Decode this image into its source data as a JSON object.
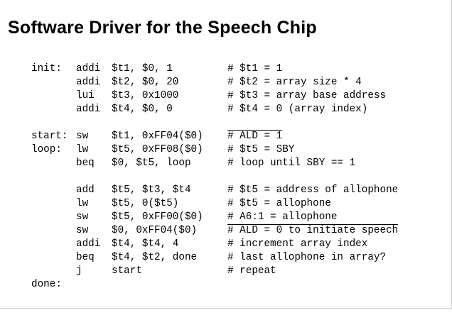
{
  "title": "Software Driver for the Speech Chip",
  "lines": [
    {
      "label": "init:",
      "op": "addi",
      "args": "$t1, $0, 1",
      "comment": "# $t1 = 1"
    },
    {
      "label": "",
      "op": "addi",
      "args": "$t2, $0, 20",
      "comment": "# $t2 = array size * 4"
    },
    {
      "label": "",
      "op": "lui",
      "args": "$t3, 0x1000",
      "comment": "# $t3 = array base address"
    },
    {
      "label": "",
      "op": "addi",
      "args": "$t4, $0, 0",
      "comment": "# $t4 = 0 (array index)"
    },
    {
      "label": "start:",
      "op": "sw",
      "args": "$t1, 0xFF04($0)",
      "comment_prefix": "# ",
      "comment_over": "ALD",
      "comment_rest": " = 1"
    },
    {
      "label": "loop:",
      "op": "lw",
      "args": "$t5, 0xFF08($0)",
      "comment": "# $t5 = SBY"
    },
    {
      "label": "",
      "op": "beq",
      "args": "$0, $t5, loop",
      "comment": "# loop until SBY == 1"
    },
    {
      "label": "",
      "op": "add",
      "args": "$t5, $t3, $t4",
      "comment": "# $t5 = address of allophone"
    },
    {
      "label": "",
      "op": "lw",
      "args": "$t5, 0($t5)",
      "comment": "# $t5 = allophone"
    },
    {
      "label": "",
      "op": "sw",
      "args": "$t5, 0xFF00($0)",
      "comment": "# A6:1 = allophone"
    },
    {
      "label": "",
      "op": "sw",
      "args": "$0, 0xFF04($0)",
      "comment_prefix": "# ",
      "comment_over": "ALD",
      "comment_rest": " = 0 to initiate speech"
    },
    {
      "label": "",
      "op": "addi",
      "args": "$t4, $t4, 4",
      "comment": "# increment array index"
    },
    {
      "label": "",
      "op": "beq",
      "args": "$t4, $t2, done",
      "comment": "# last allophone in array?"
    },
    {
      "label": "",
      "op": "j",
      "args": "start",
      "comment": "# repeat"
    },
    {
      "label": "done:",
      "op": "",
      "args": "",
      "comment": ""
    }
  ]
}
